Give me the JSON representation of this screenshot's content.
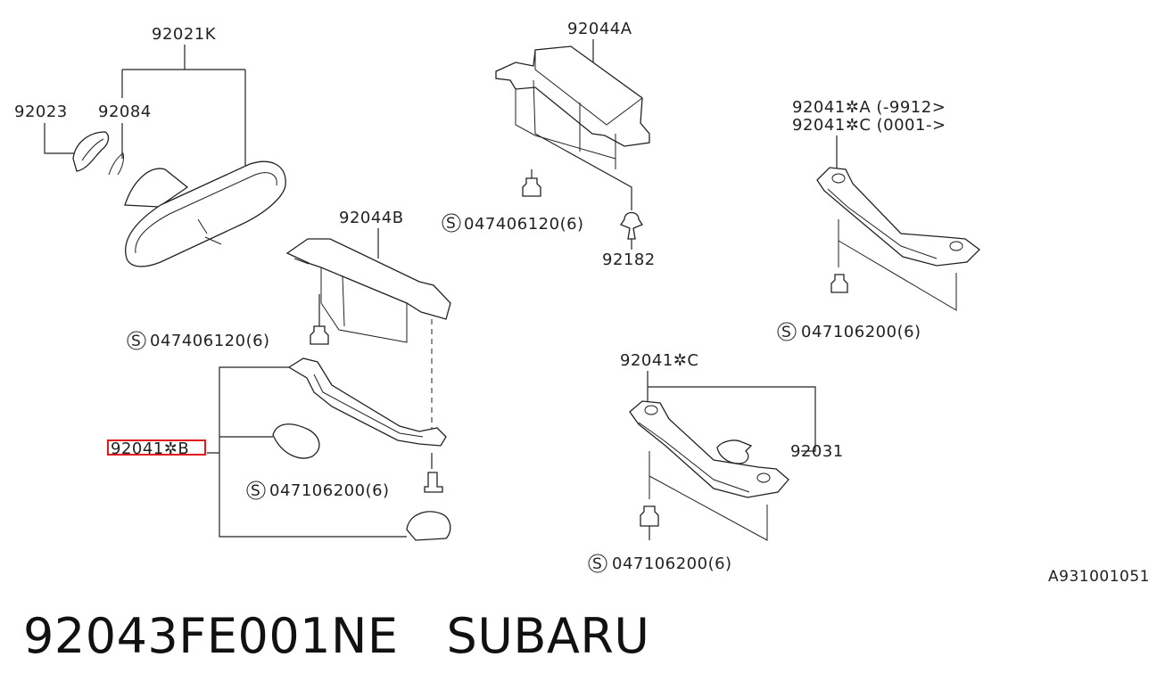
{
  "labels": {
    "p92021K": "92021K",
    "p92023": "92023",
    "p92084": "92084",
    "p92044A": "92044A",
    "p92044B": "92044B",
    "p92182": "92182",
    "screw_a": "047406120(6)",
    "screw_b": "047406120(6)",
    "p92041A": "92041✲A (-9912>",
    "p92041C_range": "92041✲C (0001->",
    "screw_c": "047106200(6)",
    "p92041C": "92041✲C",
    "p92031": "92031",
    "screw_d": "047106200(6)",
    "p92041B": "92041✲B",
    "screw_e": "047106200(6)",
    "s_symbol": "S",
    "drawing_code": "A931001051"
  },
  "footer": {
    "part_number": "92043FE001NE",
    "brand": "SUBARU"
  },
  "colors": {
    "highlight": "#e0191c",
    "ink": "#222222"
  }
}
